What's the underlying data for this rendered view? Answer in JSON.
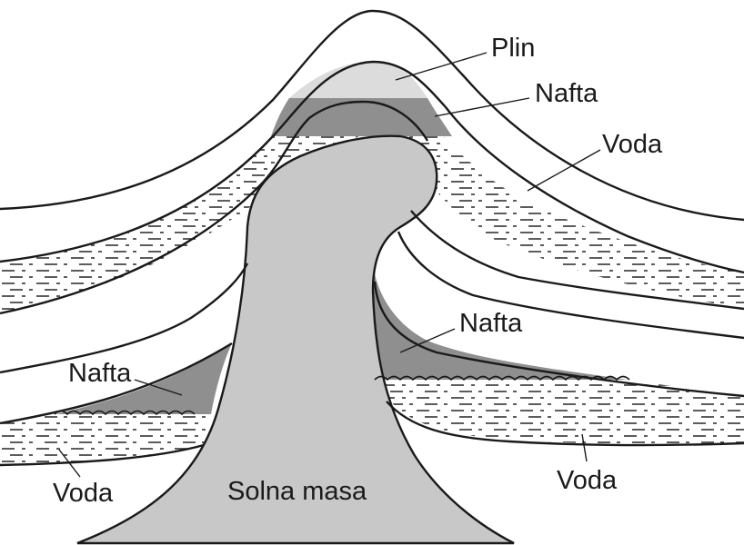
{
  "diagram": {
    "labels": {
      "gas_top": "Plin",
      "oil_top": "Nafta",
      "water_top": "Voda",
      "oil_right": "Nafta",
      "oil_left": "Nafta",
      "water_left": "Voda",
      "salt": "Solna masa",
      "water_right": "Voda"
    },
    "colors": {
      "line": "#1a1a1a",
      "gas": "#dcdcdc",
      "oil": "#8f8f8f",
      "salt": "#c8c8c8",
      "background": "#ffffff"
    }
  }
}
